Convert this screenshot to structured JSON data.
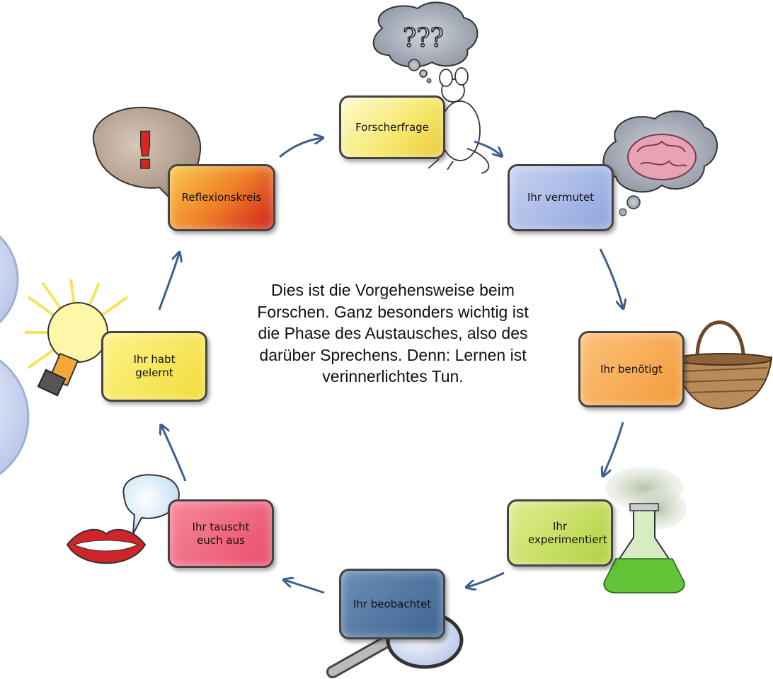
{
  "diagram": {
    "steps": {
      "forscherfrage": "Forscherfrage",
      "vermutet": "Ihr vermutet",
      "benoetigt": "Ihr benötigt",
      "experimentiert": "Ihr experimentiert",
      "beobachtet": "Ihr beobachtet",
      "tauscht": "Ihr tauscht euch aus",
      "gelernt": "Ihr habt gelernt",
      "reflexion": "Reflexionskreis"
    },
    "center_text": "Dies ist die Vorgehensweise beim Forschen. Ganz besonders wichtig ist die Phase des Austausches, also des darüber Sprechens. Denn: Lernen ist verinnerlichtes Tun.",
    "thought_bubble_text": "???",
    "exclamation": "!"
  }
}
